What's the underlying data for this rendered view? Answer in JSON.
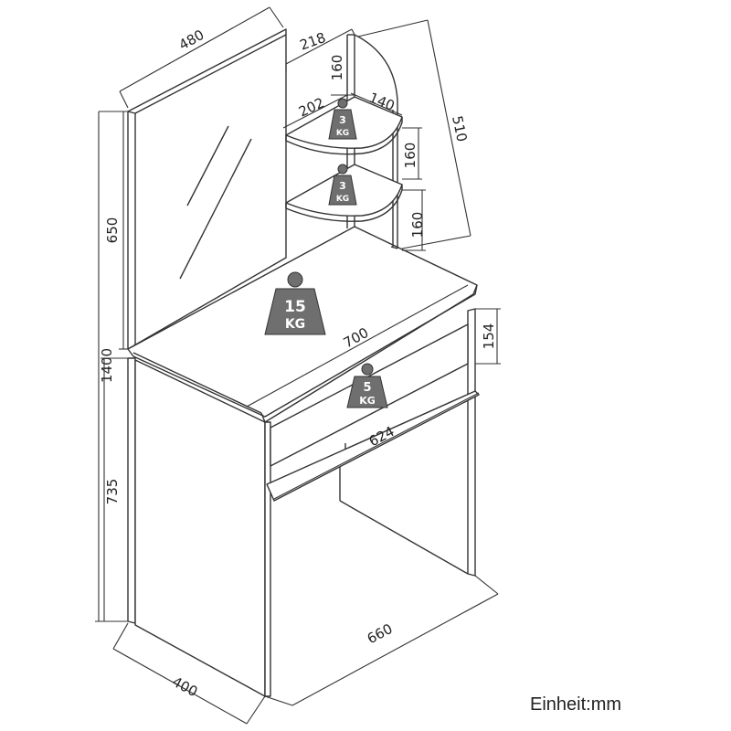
{
  "dimensions": {
    "mirror_width": "480",
    "mirror_height": "650",
    "total_height": "1400",
    "table_height": "735",
    "shelf_width": "218",
    "shelf_gap_top": "160",
    "shelf_depth": "202",
    "shelf_front": "140",
    "shelf_total_height": "510",
    "shelf_gap_mid": "160",
    "shelf_gap_bottom": "160",
    "top_width": "700",
    "drawer_height": "154",
    "drawer_width": "624",
    "base_width": "660",
    "depth": "400"
  },
  "loads": {
    "shelf_top": {
      "value": "3",
      "unit": "KG"
    },
    "shelf_bottom": {
      "value": "3",
      "unit": "KG"
    },
    "tabletop": {
      "value": "15",
      "unit": "KG"
    },
    "drawer": {
      "value": "5",
      "unit": "KG"
    }
  },
  "unit_label": "Einheit:mm"
}
